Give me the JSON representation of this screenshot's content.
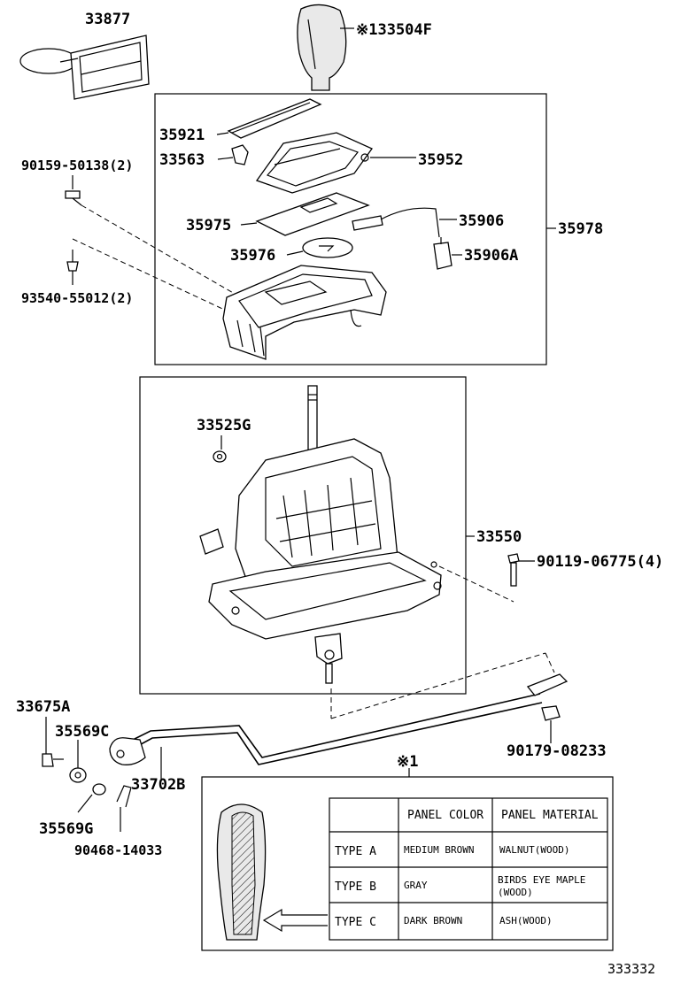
{
  "parts": {
    "p33877": "33877",
    "p33504F": "※133504F",
    "p35921": "35921",
    "p33563": "33563",
    "p35952": "35952",
    "p90159": "90159-50138(2)",
    "p35975": "35975",
    "p35906": "35906",
    "p35978": "35978",
    "p35976": "35976",
    "p35906A": "35906A",
    "p93540": "93540-55012(2)",
    "p33525G": "33525G",
    "p33550": "33550",
    "p90119": "90119-06775(4)",
    "p33675A": "33675A",
    "p35569C": "35569C",
    "p33702B": "33702B",
    "p90179": "90179-08233",
    "p35569G": "35569G",
    "p90468": "90468-14033",
    "note_mark": "※1"
  },
  "table": {
    "headers": [
      "",
      "PANEL COLOR",
      "PANEL MATERIAL"
    ],
    "rows": [
      {
        "type": "TYPE A",
        "color": "MEDIUM BROWN",
        "material": "WALNUT(WOOD)"
      },
      {
        "type": "TYPE B",
        "color": "GRAY",
        "material_line1": "BIRDS EYE MAPLE",
        "material_line2": "(WOOD)"
      },
      {
        "type": "TYPE C",
        "color": "DARK BROWN",
        "material": "ASH(WOOD)"
      }
    ]
  },
  "figure_id": "333332"
}
